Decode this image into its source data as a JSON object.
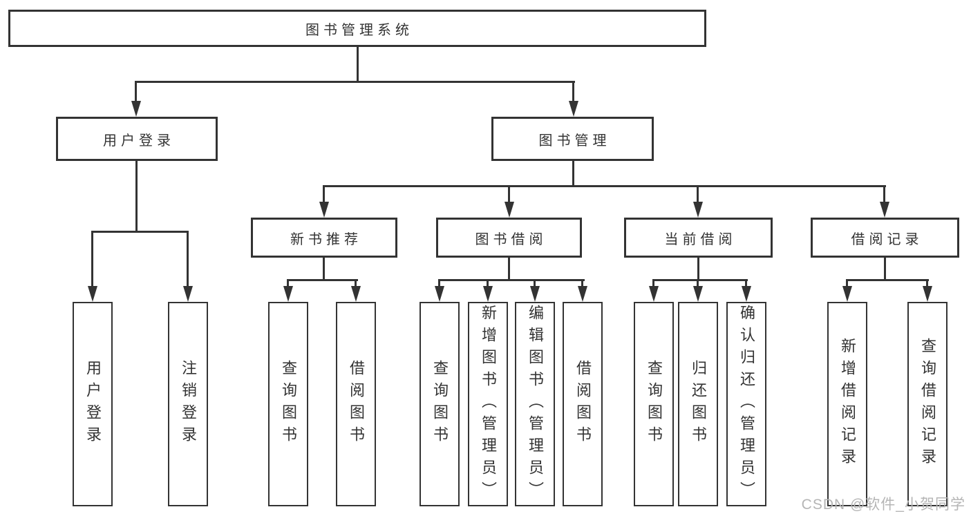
{
  "diagram": {
    "type": "functional-decomposition-tree",
    "root": {
      "label": "图书管理系统"
    },
    "branches": [
      {
        "label": "用户登录",
        "children": [
          {
            "label": "用户登录"
          },
          {
            "label": "注销登录"
          }
        ]
      },
      {
        "label": "图书管理",
        "children": [
          {
            "label": "新书推荐",
            "children": [
              {
                "label": "查询图书"
              },
              {
                "label": "借阅图书"
              }
            ]
          },
          {
            "label": "图书借阅",
            "children": [
              {
                "label": "查询图书"
              },
              {
                "label": "新增图书（管理员）"
              },
              {
                "label": "编辑图书（管理员）"
              },
              {
                "label": "借阅图书"
              }
            ]
          },
          {
            "label": "当前借阅",
            "children": [
              {
                "label": "查询图书"
              },
              {
                "label": "归还图书"
              },
              {
                "label": "确认归还（管理员）"
              }
            ]
          },
          {
            "label": "借阅记录",
            "children": [
              {
                "label": "新增借阅记录"
              },
              {
                "label": "查询借阅记录"
              }
            ]
          }
        ]
      }
    ]
  },
  "watermark": {
    "text": "CSDN @软件_小贺同学"
  },
  "colors": {
    "line": "#333333",
    "text": "#333333",
    "box_background": "#ffffff",
    "page_background": "#ffffff",
    "watermark": "#b5b5b5"
  }
}
